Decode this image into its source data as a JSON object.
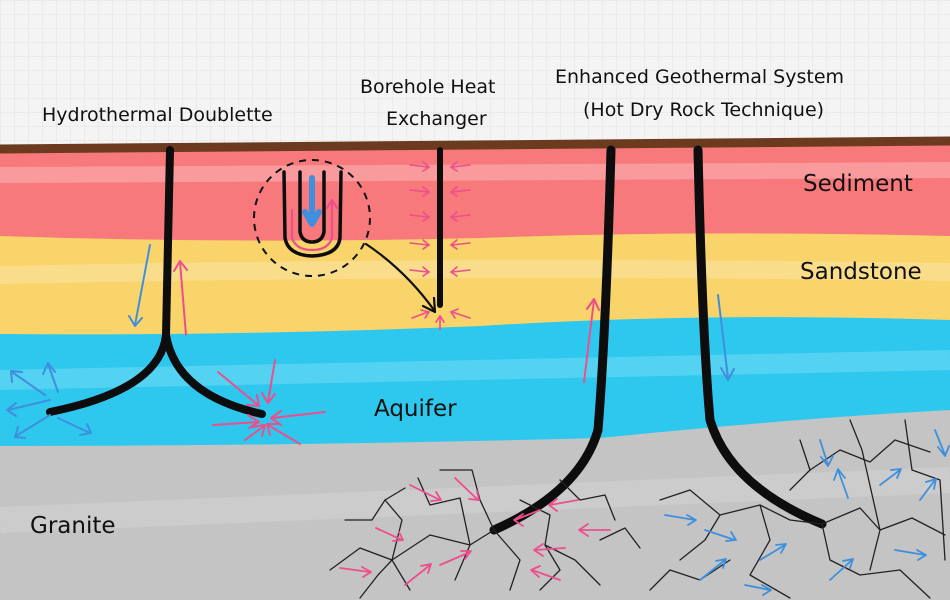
{
  "titles": {
    "hydrothermal": "Hydrothermal Doublette",
    "borehole_line1": "Borehole Heat",
    "borehole_line2": "Exchanger",
    "egs_line1": "Enhanced Geothermal System",
    "egs_line2": "(Hot Dry Rock Technique)"
  },
  "layers": {
    "sediment": "Sediment",
    "sandstone": "Sandstone",
    "aquifer": "Aquifer",
    "granite": "Granite"
  },
  "colors": {
    "background": "#f4f4f4",
    "surface": "#6b3a1f",
    "sediment": "#f7797b",
    "sandstone": "#f9d46b",
    "aquifer": "#2ec8ee",
    "granite": "#c4c4c4",
    "pipe": "#0d0d0d",
    "warm_flow": "#ec4f8c",
    "cold_flow": "#3f8fdd",
    "fracture": "#222222"
  }
}
